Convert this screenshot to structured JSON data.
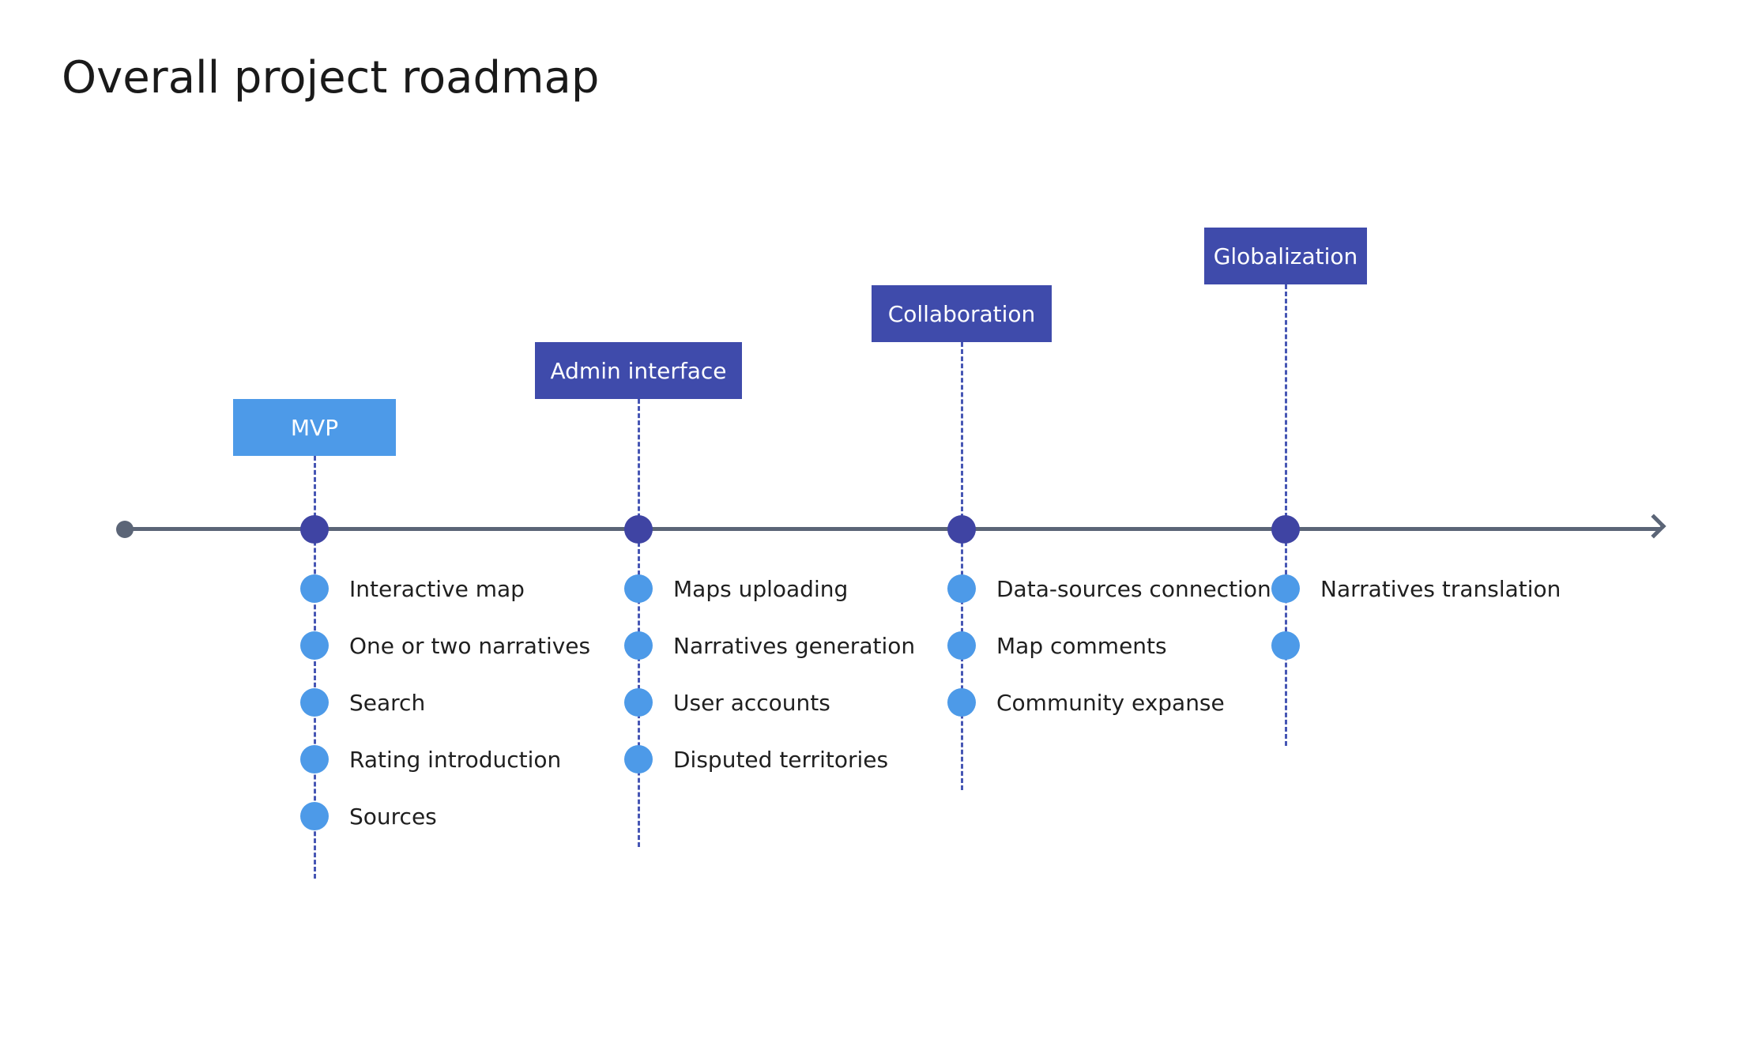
{
  "title": "Overall project roadmap",
  "colors": {
    "axis": "#5b6577",
    "milestone": "#3f44a3",
    "label_dark": "#3f4bab",
    "label_light": "#4d9ae8",
    "item_dot": "#4d9ae8"
  },
  "phases": [
    {
      "label": "MVP",
      "style": "light",
      "items": [
        "Interactive map",
        "One or two narratives",
        "Search",
        "Rating introduction",
        "Sources"
      ]
    },
    {
      "label": "Admin interface",
      "style": "dark",
      "items": [
        "Maps uploading",
        "Narratives generation",
        "User accounts",
        "Disputed territories"
      ]
    },
    {
      "label": "Collaboration",
      "style": "dark",
      "items": [
        "Data-sources connection",
        "Map comments",
        "Community expanse"
      ]
    },
    {
      "label": "Globalization",
      "style": "dark",
      "items": [
        "Narratives translation",
        ""
      ]
    }
  ]
}
